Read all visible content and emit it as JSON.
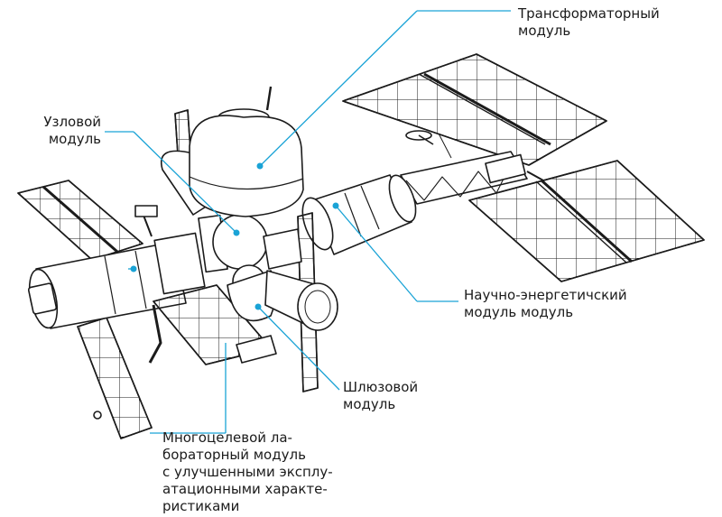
{
  "labels": {
    "transformer_module": "Трансформаторный\nмодуль",
    "node_module": "Узловой\nмодуль",
    "science_power_module": "Научно-энергетичский\nмодуль модуль",
    "airlock_module": "Шлюзовой\nмодуль",
    "multipurpose_lab_module": "Многоцелевой ла-\nбораторный модуль\nс улучшенными эксплу-\nатационными характе-\nристиками"
  },
  "colors": {
    "leader_line": "#1aa3d6",
    "outline": "#1b1b1b",
    "fill": "#ffffff"
  }
}
